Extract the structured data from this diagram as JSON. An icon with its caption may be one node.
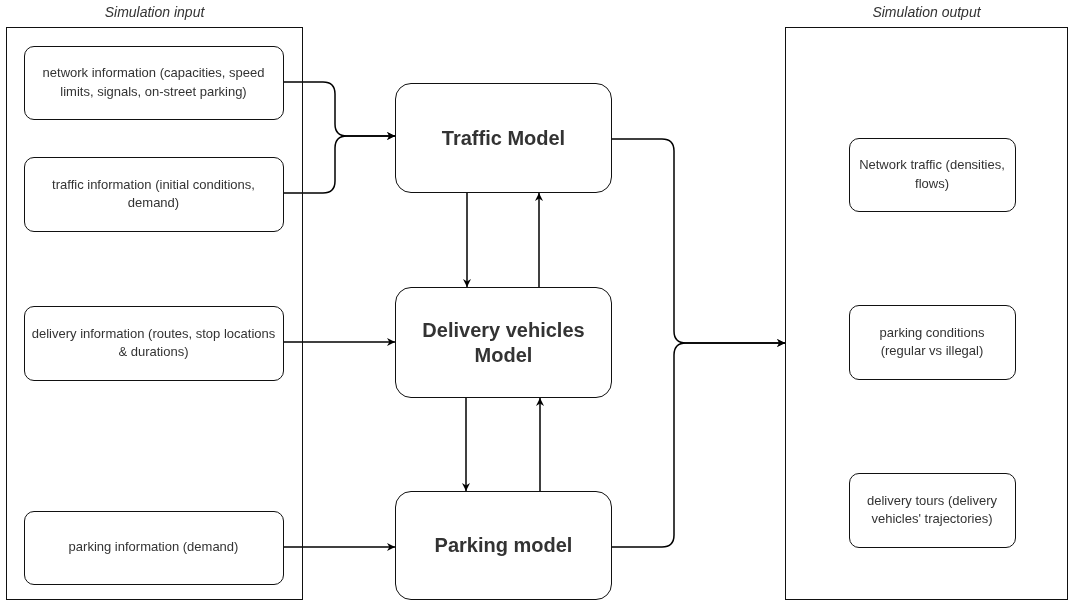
{
  "diagram": {
    "nodes": [
      {
        "text": [
          "Simulation input"
        ]
      },
      {
        "text": [
          "network information (capacities, speed limits, signals, on-street parking)"
        ],
        "in": 0
      },
      {
        "text": [
          "traffic information (initial conditions, demand)"
        ],
        "in": 0
      },
      {
        "text": [
          "delivery information (routes, stop locations & durations)"
        ],
        "in": 0
      },
      {
        "text": [
          "parking information (demand)"
        ],
        "in": 0
      },
      {
        "text": [
          "Traffic Model"
        ]
      },
      {
        "text": [
          "Delivery vehicles Model"
        ]
      },
      {
        "text": [
          "Parking model"
        ]
      },
      {
        "text": [
          "Simulation output"
        ]
      },
      {
        "text": [
          "Network traffic (densities, flows)"
        ],
        "in": 8
      },
      {
        "text": [
          "parking conditions (regular vs illegal)"
        ],
        "in": 8
      },
      {
        "text": [
          "delivery tours (delivery vehicles' trajectories)"
        ],
        "in": 8
      }
    ],
    "edges": [
      {
        "from": 1,
        "to": 5,
        "arrow": "to"
      },
      {
        "from": 2,
        "to": 5,
        "arrow": "to"
      },
      {
        "from": 3,
        "to": 6,
        "arrow": "to"
      },
      {
        "from": 4,
        "to": 7,
        "arrow": "to"
      },
      {
        "from": 5,
        "to": 6,
        "arrow": "to"
      },
      {
        "from": 6,
        "to": 5,
        "arrow": "to"
      },
      {
        "from": 6,
        "to": 7,
        "arrow": "to"
      },
      {
        "from": 7,
        "to": 6,
        "arrow": "to"
      },
      {
        "from": 5,
        "to": 8,
        "arrow": "to"
      },
      {
        "from": 7,
        "to": 8,
        "arrow": "to"
      }
    ]
  }
}
